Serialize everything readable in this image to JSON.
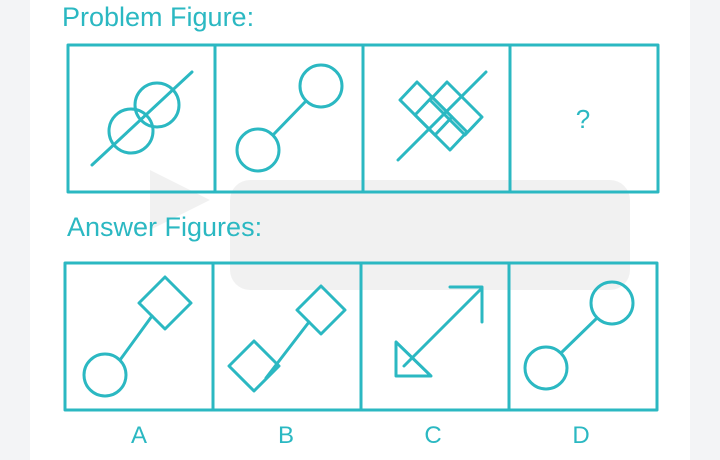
{
  "problem_heading": "Problem Figure:",
  "answer_heading": "Answer Figures:",
  "question_mark": "?",
  "options": [
    "A",
    "B",
    "C",
    "D"
  ],
  "watermark_icon": "testbook-logo-icon",
  "colors": {
    "accent": "#2bb8c2",
    "background": "#ffffff",
    "outer_background": "#f3f4f6"
  }
}
